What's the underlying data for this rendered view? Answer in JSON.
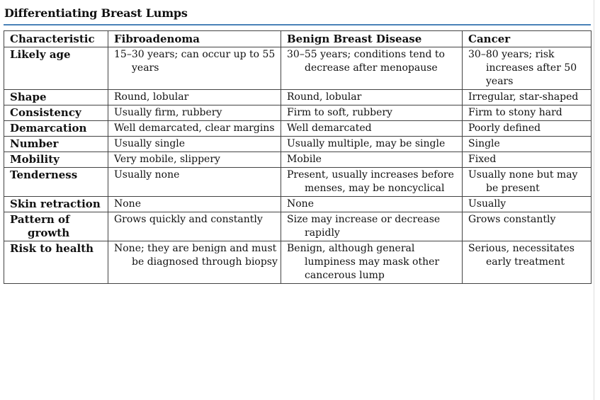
{
  "document": {
    "title": "Differentiating Breast Lumps"
  },
  "table": {
    "headers": [
      "Characteristic",
      "Fibroadenoma",
      "Benign Breast Disease",
      "Cancer"
    ],
    "rows": [
      {
        "label": "Likely age",
        "cells": [
          "15–30 years; can occur up to 55 years",
          "30–55 years; conditions tend to decrease after menopause",
          "30–80 years; risk increases after 50 years"
        ]
      },
      {
        "label": "Shape",
        "cells": [
          "Round, lobular",
          "Round, lobular",
          "Irregular, star-shaped"
        ]
      },
      {
        "label": "Consistency",
        "cells": [
          "Usually firm, rubbery",
          "Firm to soft, rubbery",
          "Firm to stony hard"
        ]
      },
      {
        "label": "Demarcation",
        "cells": [
          "Well demarcated, clear margins",
          "Well demarcated",
          "Poorly defined"
        ]
      },
      {
        "label": "Number",
        "cells": [
          "Usually single",
          "Usually multiple, may be single",
          "Single"
        ]
      },
      {
        "label": "Mobility",
        "cells": [
          "Very mobile, slippery",
          "Mobile",
          "Fixed"
        ]
      },
      {
        "label": "Tenderness",
        "cells": [
          "Usually none",
          "Present, usually increases before menses, may be noncyclical",
          "Usually none but may be present"
        ]
      },
      {
        "label": "Skin retraction",
        "cells": [
          "None",
          "None",
          "Usually"
        ]
      },
      {
        "label": "Pattern of growth",
        "cells": [
          "Grows quickly and constantly",
          "Size may increase or decrease rapidly",
          "Grows constantly"
        ]
      },
      {
        "label": "Risk to health",
        "cells": [
          "None; they are benign and must be diagnosed through biopsy",
          "Benign, although general lumpiness may mask other cancerous lump",
          "Serious, necessitates early treatment"
        ]
      }
    ]
  },
  "colors": {
    "title_rule": "#4a82b8",
    "border": "#444444",
    "text": "#111111"
  }
}
